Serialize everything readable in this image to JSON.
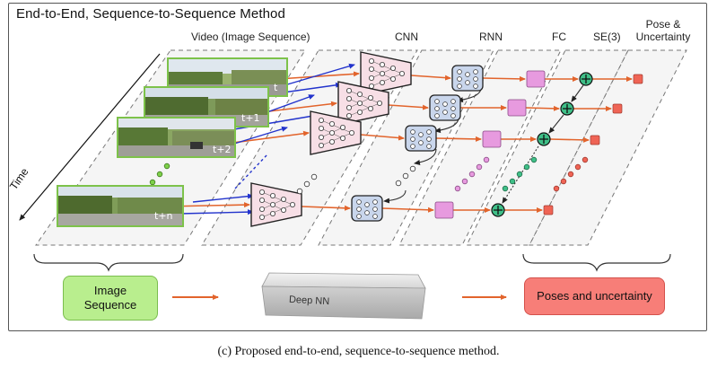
{
  "title": "End-to-End, Sequence-to-Sequence Method",
  "headers": {
    "video": "Video (Image Sequence)",
    "cnn": "CNN",
    "rnn": "RNN",
    "fc": "FC",
    "se3": "SE(3)",
    "pose_line1": "Pose &",
    "pose_line2": "Uncertainty"
  },
  "time_label": "Time",
  "frame_labels": [
    "t",
    "t+1",
    "t+2",
    "t+n"
  ],
  "bottom": {
    "input_line1": "Image",
    "input_line2": "Sequence",
    "middle": "Deep NN",
    "output": "Poses and uncertainty"
  },
  "caption": "(c)  Proposed end-to-end, sequence-to-sequence method.",
  "colors": {
    "arrow": "#e2642c",
    "blue_arrow": "#2233cc",
    "cnn_fill": "#f7dfe6",
    "rnn_fill": "#c9d6ec",
    "fc_fill": "#e79adf",
    "se3_fill": "#3fbf88",
    "pose_fill": "#ef6455",
    "frame_border": "#7dc24a"
  }
}
